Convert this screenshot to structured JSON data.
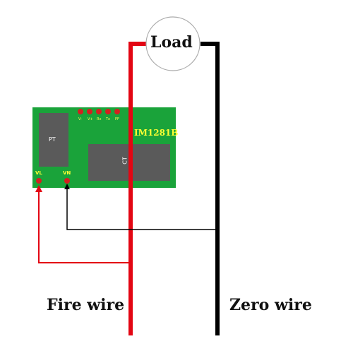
{
  "load": {
    "label": "Load"
  },
  "module": {
    "name": "IM1281B",
    "pt_label": "PT",
    "ct_label": "CT",
    "header_pins": [
      "V-",
      "V+",
      "Rx",
      "Tx",
      "PF"
    ],
    "terminal_vl": "VL",
    "terminal_vn": "VN"
  },
  "wires": {
    "fire_label": "Fire wire",
    "zero_label": "Zero wire"
  },
  "colors": {
    "fire": "#e30613",
    "zero": "#000000",
    "pcb": "#1aa33a",
    "chip": "#5a5a5a",
    "label_yellow": "#ffff33"
  }
}
